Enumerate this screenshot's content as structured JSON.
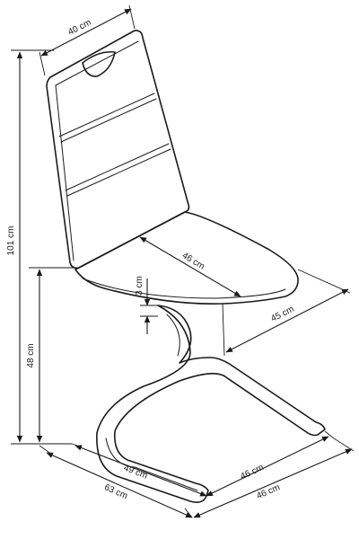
{
  "colors": {
    "ink": "#1a1a1a",
    "background": "#ffffff"
  },
  "dimensions": {
    "backrest_width": "40 cm",
    "total_height": "101 cm",
    "seat_height": "48 cm",
    "seat_depth": "46 cm",
    "seat_thickness": "3 cm",
    "seat_width": "45 cm",
    "total_depth": "63 cm",
    "base_depth": "49 cm",
    "base_width": "46 cm",
    "total_width": "46 cm"
  }
}
